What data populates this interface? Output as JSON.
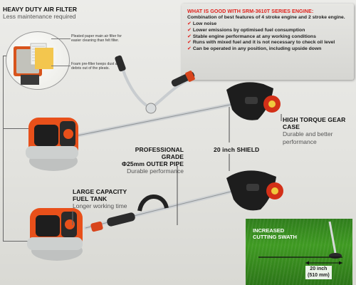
{
  "benefits": {
    "title": "WHAT IS GOOD WITH SRM-3610T SERIES ENGINE:",
    "intro": "Combination of best features of 4 stroke engine and 2 stroke engine.",
    "items": [
      "Low noise",
      "Lower emissions by optimised fuel consumption",
      "Stable engine performance at any working conditions",
      "Runs with mixed fuel and it is not necessary to check oil level",
      "Can be operated in any position, including upside down"
    ]
  },
  "air_filter": {
    "title": "HEAVY DUTY AIR FILTER",
    "subtitle": "Less maintenance required",
    "note_paper": "Pleated paper main air filter for easier cleaning than felt filter.",
    "note_foam": "Foam pre-filter keeps dust and debris out of the pleats."
  },
  "gear_case": {
    "title": "HIGH TORQUE GEAR CASE",
    "subtitle": "Durable and better performance"
  },
  "outer_pipe": {
    "title_line1": "PROFESSIONAL GRADE",
    "title_line2": "Φ25mm OUTER PIPE",
    "subtitle": "Durable performance"
  },
  "shield": {
    "title": "20 inch SHIELD"
  },
  "fuel_tank": {
    "title_line1": "LARGE CAPACITY",
    "title_line2": "FUEL TANK",
    "subtitle": "Longer working time"
  },
  "swath": {
    "title_line1": "INCREASED",
    "title_line2": "CUTTING SWATH",
    "measure_line1": "20 inch",
    "measure_line2": "(510 mm)"
  },
  "colors": {
    "engine_orange": "#e8501a",
    "accent_red": "#e0211b",
    "grass_green": "#3f9a22"
  }
}
